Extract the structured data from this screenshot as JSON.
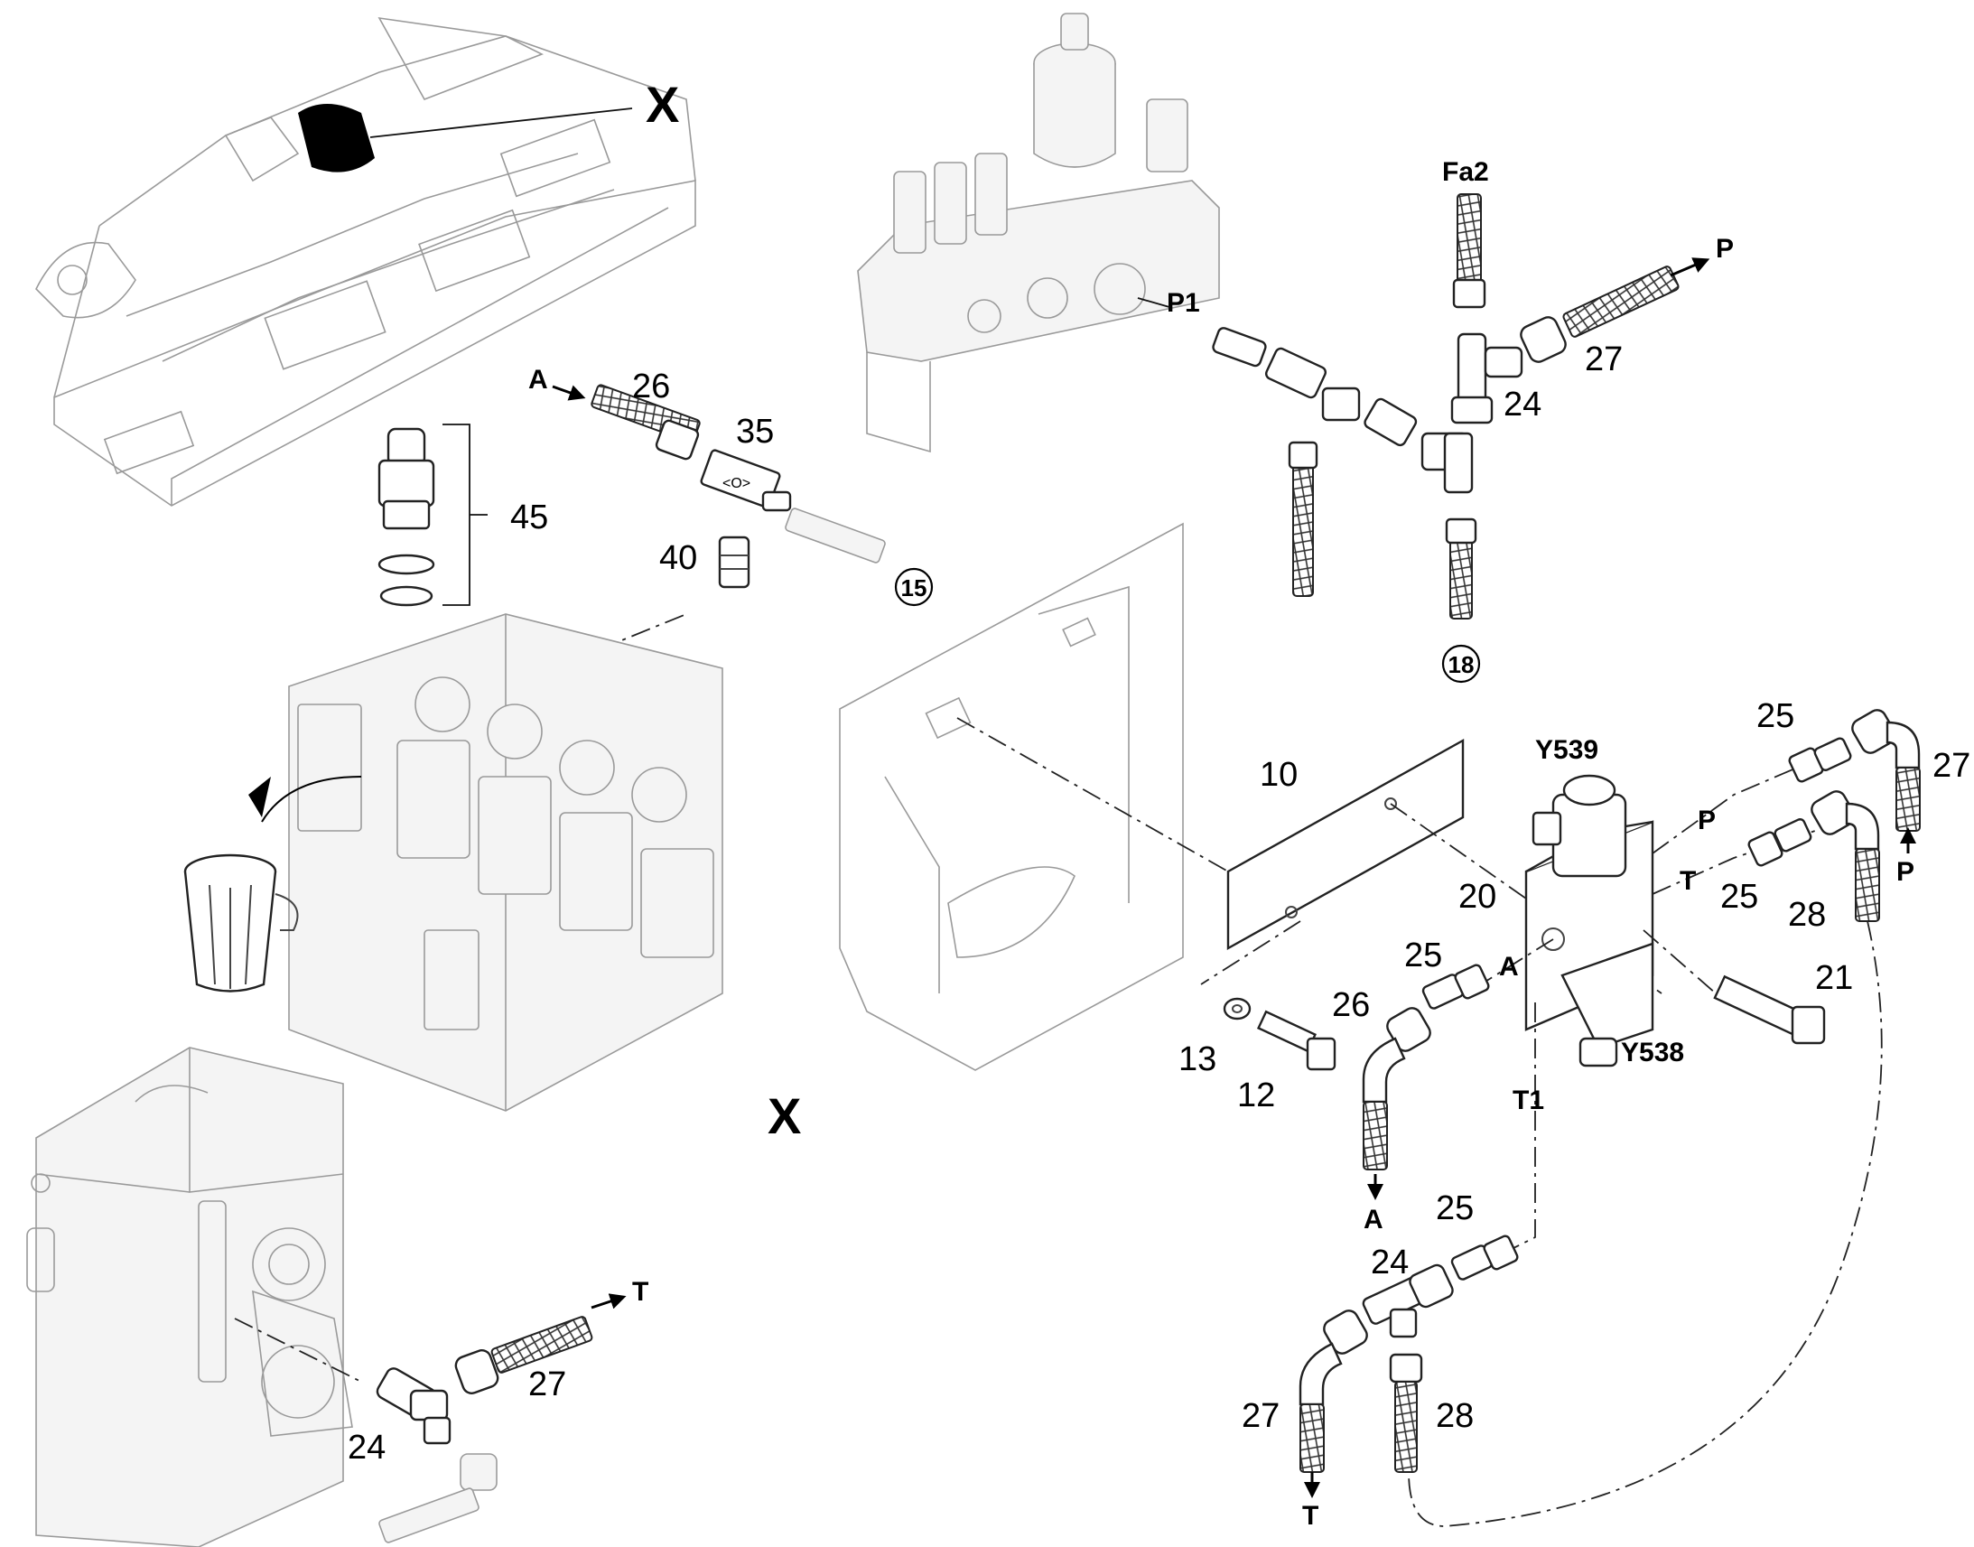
{
  "callout_marker": "X",
  "detail_marker": "X",
  "callouts": {
    "c26_top": "26",
    "c35": "35",
    "c45": "45",
    "c40": "40",
    "c27_top": "27",
    "c24_top": "24",
    "c10": "10",
    "c20": "20",
    "c21": "21",
    "c13": "13",
    "c12": "12",
    "c25_a": "25",
    "c26_a": "26",
    "c25_p": "25",
    "c25_t": "25",
    "c27_right": "27",
    "c28_right": "28",
    "c25_t1": "25",
    "c24_t1": "24",
    "c27_bottom": "27",
    "c28_bottom": "28",
    "c27_left": "27",
    "c24_left": "24"
  },
  "refs": {
    "r15": "15",
    "r18": "18"
  },
  "ports": {
    "A_top": "A",
    "P1": "P1",
    "Fa2": "Fa2",
    "P_top": "P",
    "Y539": "Y539",
    "Y538": "Y538",
    "P_right": "P",
    "T_right": "T",
    "P_arrow": "P",
    "A_mid": "A",
    "A_arrow": "A",
    "T1": "T1",
    "T_bottom": "T",
    "T_left": "T"
  }
}
